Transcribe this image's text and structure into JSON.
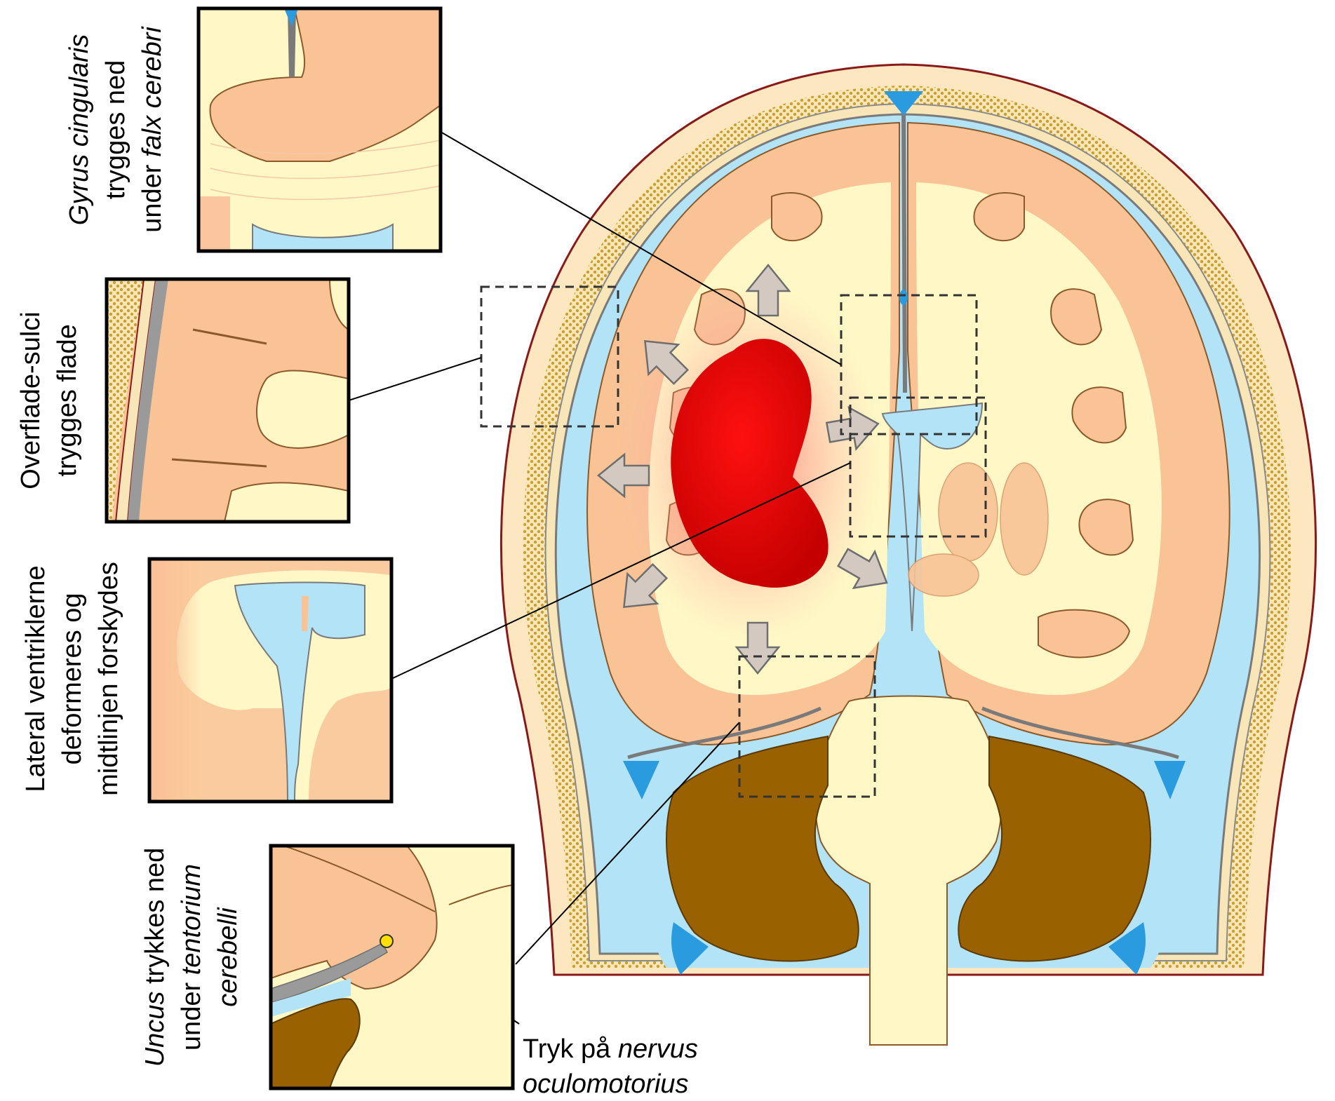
{
  "labels": {
    "cingulate": {
      "l1_italic": "Gyrus cingularis",
      "l2": "trygges ned",
      "l3_pre": "under ",
      "l3_italic": "falx cerebri"
    },
    "sulci": {
      "l1": "Overflade-sulci",
      "l2": "trygges flade"
    },
    "ventricles": {
      "l1": "Lateral ventriklerne",
      "l2": "deformeres og",
      "l3": "midtlinjen forskydes"
    },
    "uncus": {
      "l1_italic": "Uncus",
      "l1_rest": " trykkes ned",
      "l2_pre": "under ",
      "l2_italic": "tentorium",
      "l3_italic": "cerebelli"
    },
    "nerve": {
      "l1_pre": "Tryk på ",
      "l1_italic": "nervus",
      "l2_italic": "oculomotorius"
    }
  },
  "colors": {
    "cortex": "#F9C396",
    "white_matter": "#FFF8C6",
    "csf": "#B3E3F7",
    "ventricle_dark": "#2B9BE0",
    "skull": "#F8E6B8",
    "skull_dots": "#C9A030",
    "cerebellum": "#996100",
    "hematoma": "#E00000",
    "arrow_fill": "#D3C9C1",
    "arrow_stroke": "#6E6E6E",
    "skin_line": "#8A1A1A"
  },
  "icons": {
    "arrows": "pressure-arrow-icon",
    "nerve": "oculomotor-nerve-icon"
  }
}
